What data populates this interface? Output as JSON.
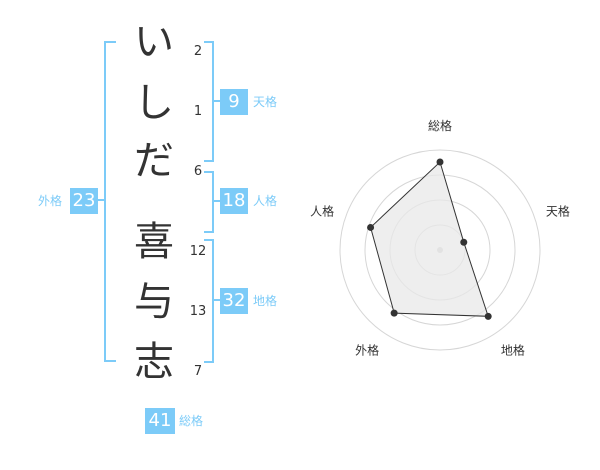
{
  "name": {
    "chars": [
      {
        "char": "い",
        "strokes": "2"
      },
      {
        "char": "し",
        "strokes": "1"
      },
      {
        "char": "だ",
        "strokes": "6"
      },
      {
        "char": "喜",
        "strokes": "12"
      },
      {
        "char": "与",
        "strokes": "13"
      },
      {
        "char": "志",
        "strokes": "7"
      }
    ]
  },
  "kakusu": {
    "tenkaku": {
      "value": "9",
      "label": "天格"
    },
    "jinkaku": {
      "value": "18",
      "label": "人格"
    },
    "chikaku": {
      "value": "32",
      "label": "地格"
    },
    "gaikaku": {
      "value": "23",
      "label": "外格"
    },
    "soukaku": {
      "value": "41",
      "label": "総格"
    }
  },
  "colors": {
    "accent": "#7ccbf8",
    "text": "#333333"
  },
  "chart_data": {
    "type": "radar",
    "axes": [
      "総格",
      "天格",
      "地格",
      "外格",
      "人格"
    ],
    "values": [
      0.88,
      0.25,
      0.82,
      0.78,
      0.73
    ],
    "range": [
      0,
      1
    ],
    "rings": 4,
    "grid": true
  }
}
